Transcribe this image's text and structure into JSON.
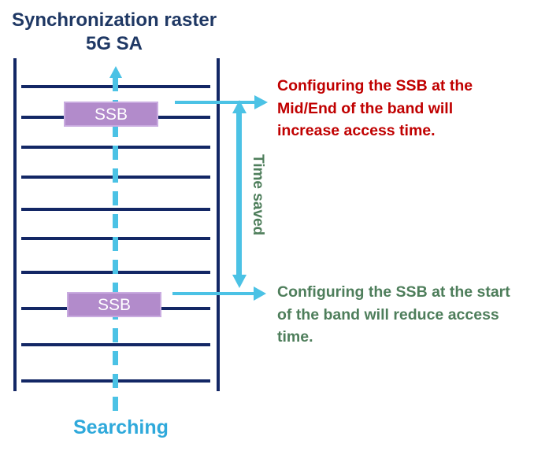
{
  "diagram": {
    "title": "Synchronization raster",
    "subtitle": "5G SA",
    "ssb_top_label": "SSB",
    "ssb_bottom_label": "SSB",
    "time_saved_label": "Time saved",
    "searching_label": "Searching",
    "note_top": {
      "lines": [
        "Configuring the SSB at the",
        "Mid/End of the band will",
        "increase access time."
      ]
    },
    "note_bottom": {
      "lines": [
        "Configuring the SSB at the start",
        "of the band will reduce access",
        "time."
      ]
    }
  },
  "colors": {
    "navy": "#1F3864",
    "ladder": "#132765",
    "cyan": "#4BC2E5",
    "searching-blue": "#2FA9DB",
    "purple-fill": "#B28BCB",
    "purple-border": "#C9ABE0",
    "red": "#C00000",
    "green": "#4E7E5B"
  }
}
